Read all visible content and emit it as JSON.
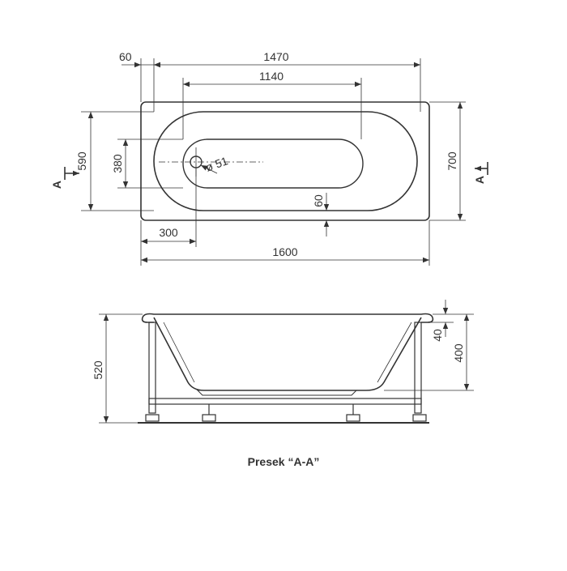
{
  "top_view": {
    "dim_60_left": "60",
    "dim_1470": "1470",
    "dim_1140": "1140",
    "dim_590": "590",
    "dim_380": "380",
    "dim_700": "700",
    "dim_diameter": "ø 51",
    "dim_60_inner": "60",
    "dim_300": "300",
    "dim_1600": "1600",
    "section_mark": "A"
  },
  "section_view": {
    "dim_520": "520",
    "dim_40": "40",
    "dim_400": "400"
  },
  "caption": "Presek “A-A”",
  "colors": {
    "line": "#333333",
    "background": "#ffffff"
  }
}
